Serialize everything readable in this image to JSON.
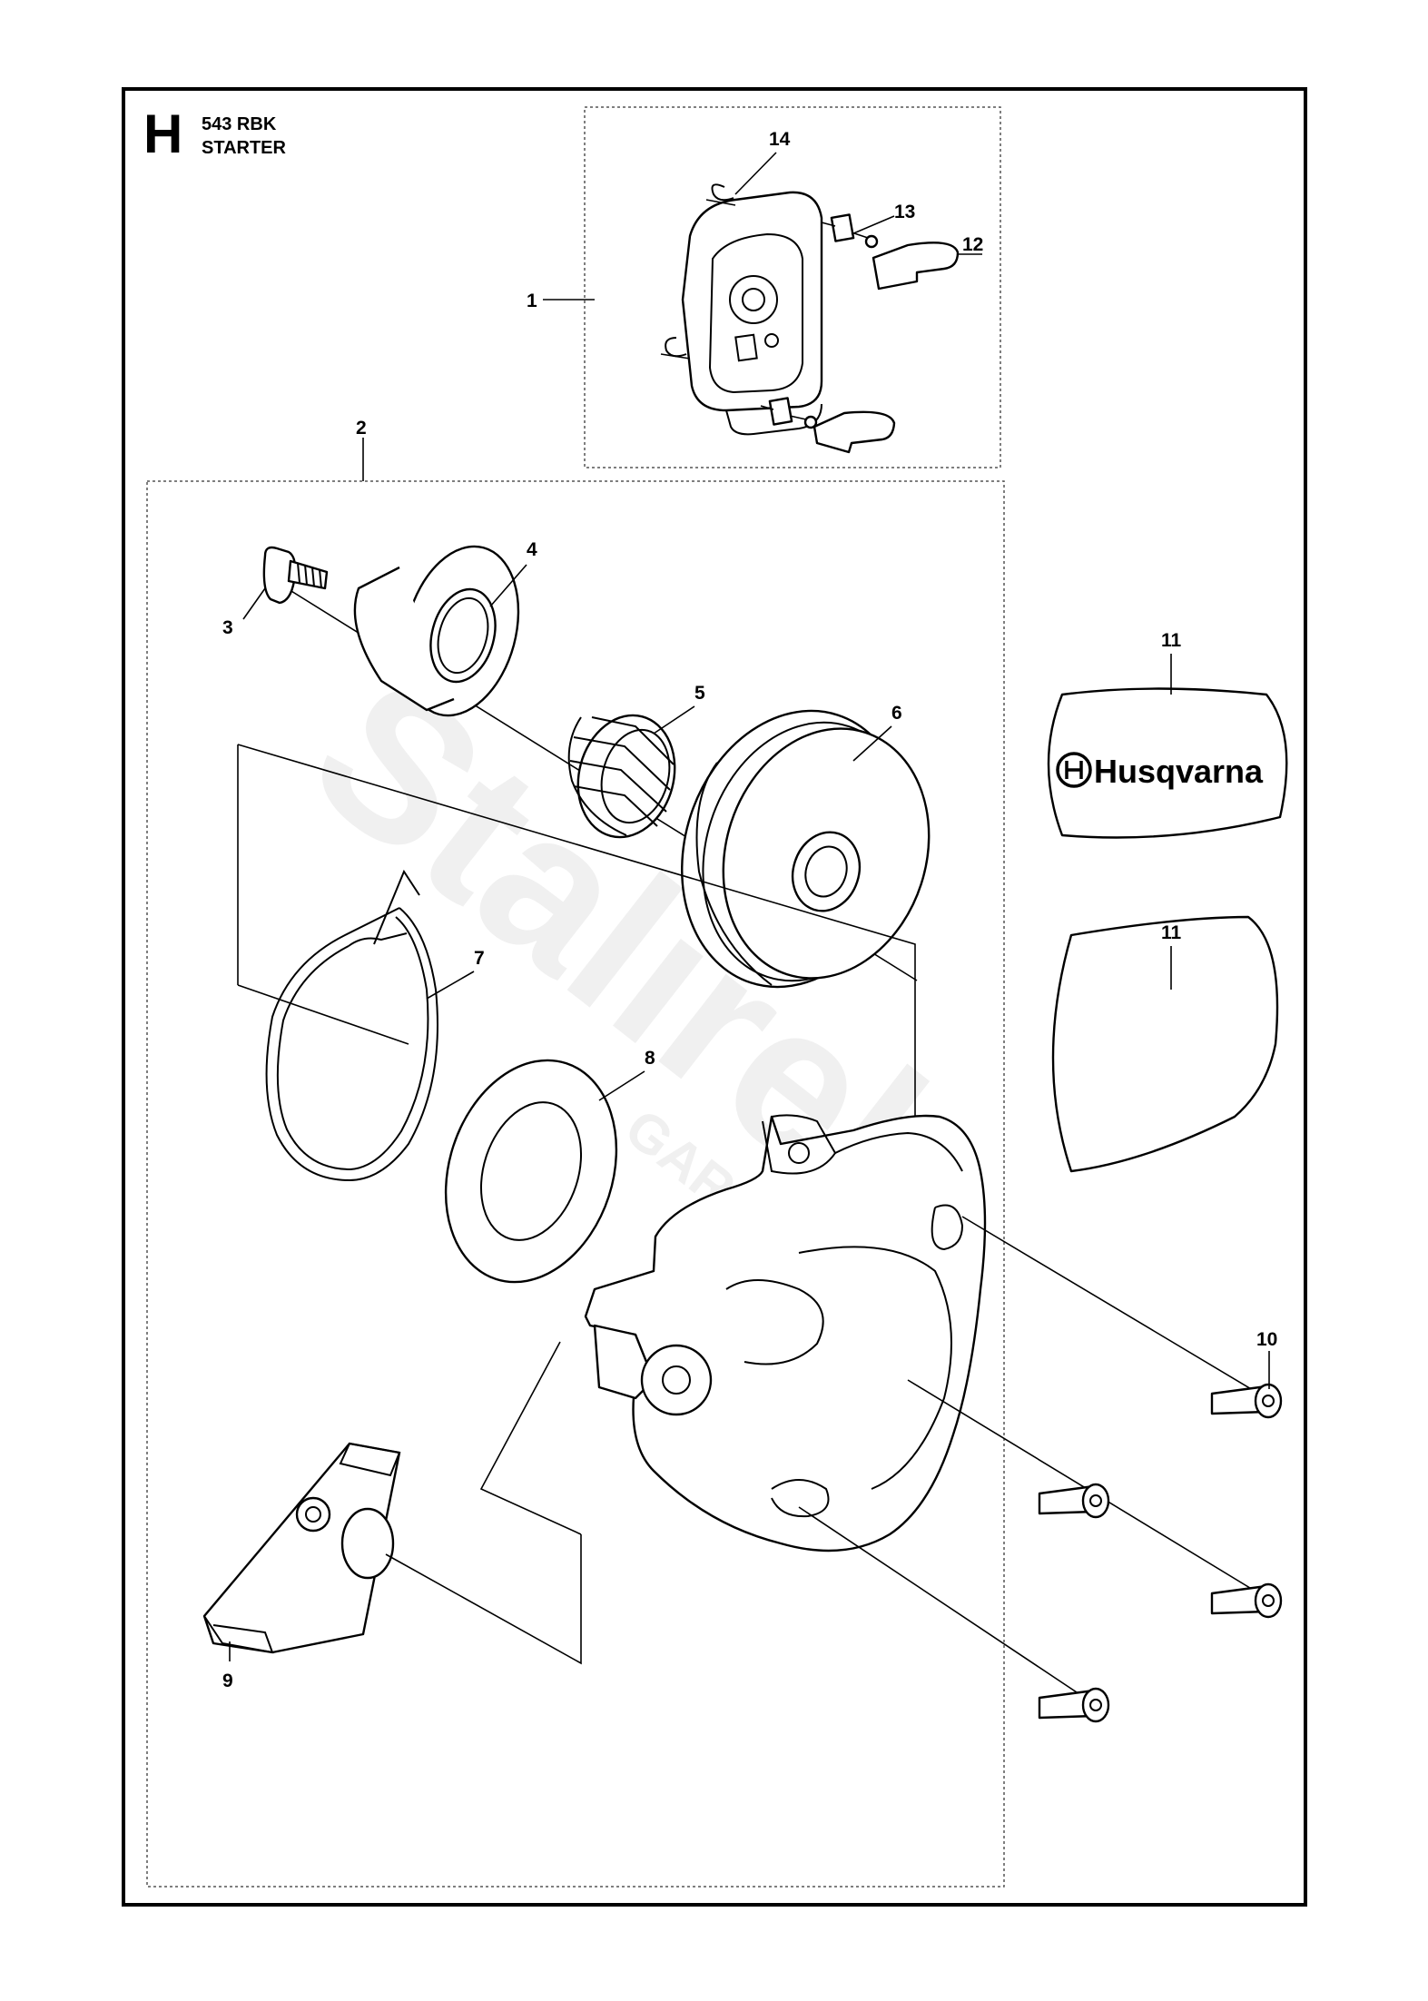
{
  "header": {
    "section_letter": "H",
    "model": "543 RBK",
    "title": "STARTER"
  },
  "callouts": [
    "1",
    "2",
    "3",
    "4",
    "5",
    "6",
    "7",
    "8",
    "9",
    "10",
    "11",
    "12",
    "13",
    "14"
  ],
  "logo": {
    "brand": "Husqvarna"
  },
  "watermark": {
    "text": "Stalirek",
    "subtext": "GARDEN"
  },
  "colors": {
    "line": "#000000",
    "watermark": "#f0f0f0",
    "background": "#ffffff"
  }
}
